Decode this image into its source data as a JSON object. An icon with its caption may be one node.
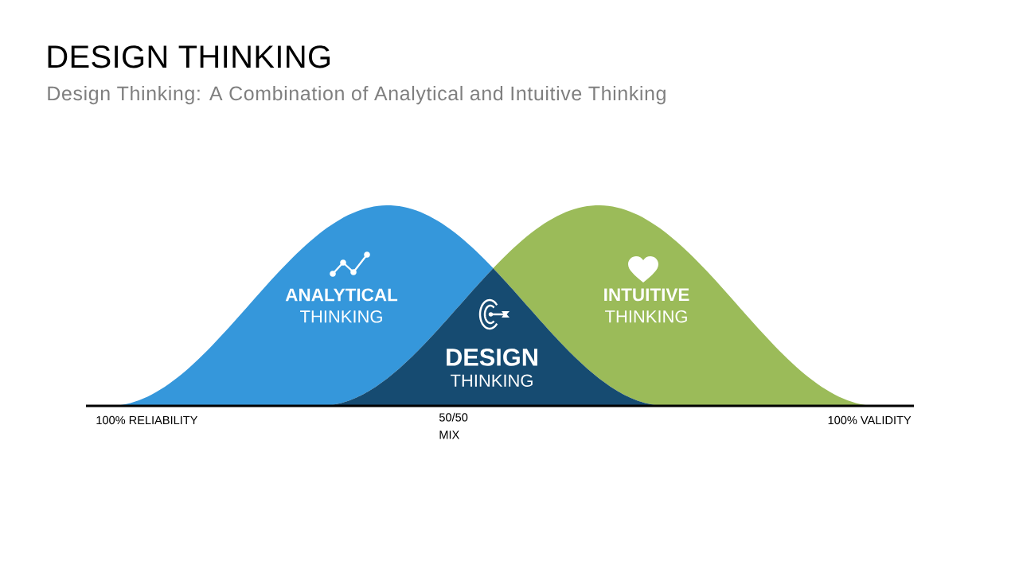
{
  "diagram": {
    "title": "DESIGN THINKING",
    "nodes": [
      {
        "text": [
          "ANALYTICAL",
          "THINKING"
        ]
      },
      {
        "text": [
          "INTUITIVE",
          "THINKING"
        ]
      },
      {
        "text": [
          "DESIGN",
          "THINKING"
        ]
      }
    ],
    "labels": [
      "Design Thinking: A Combination of Analytical and Intuitive Thinking",
      "100% RELIABILITY",
      "50/50 MIX",
      "100% VALIDITY"
    ]
  }
}
